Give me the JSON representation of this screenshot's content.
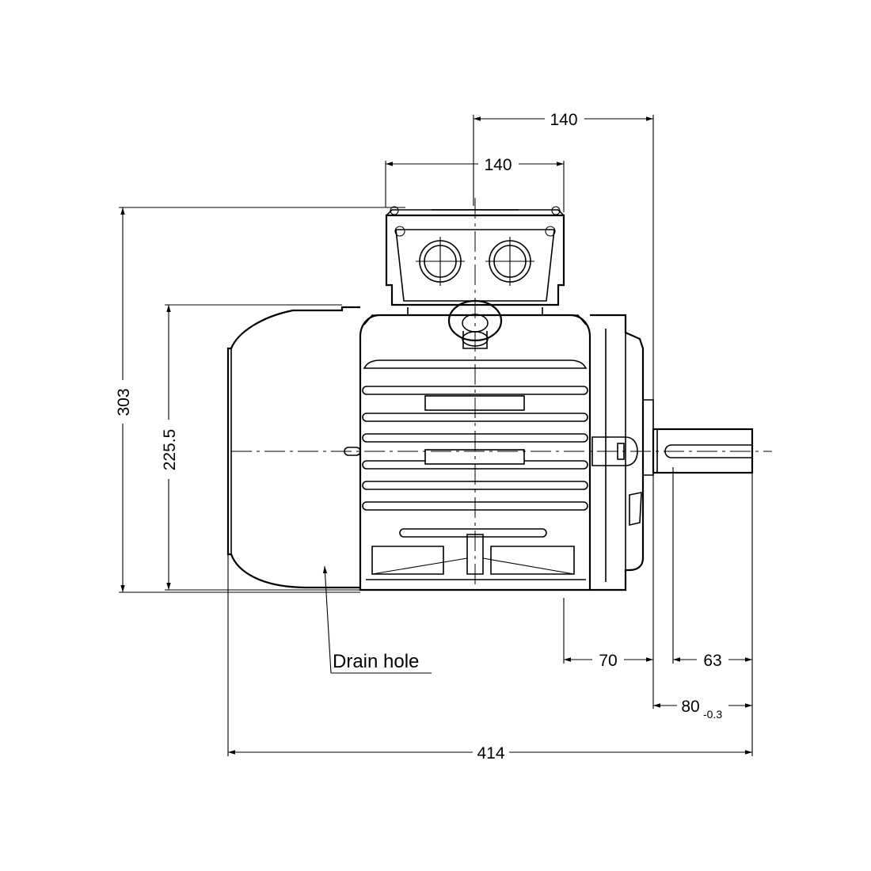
{
  "dimensions": {
    "top_overall": "140",
    "top_box": "140",
    "height_total": "303",
    "height_body": "225.5",
    "foot_to_flange": "70",
    "shaft_key": "63",
    "shaft_length": "80",
    "shaft_tolerance": "-0.3",
    "overall_length": "414"
  },
  "labels": {
    "drain_hole": "Drain hole"
  }
}
